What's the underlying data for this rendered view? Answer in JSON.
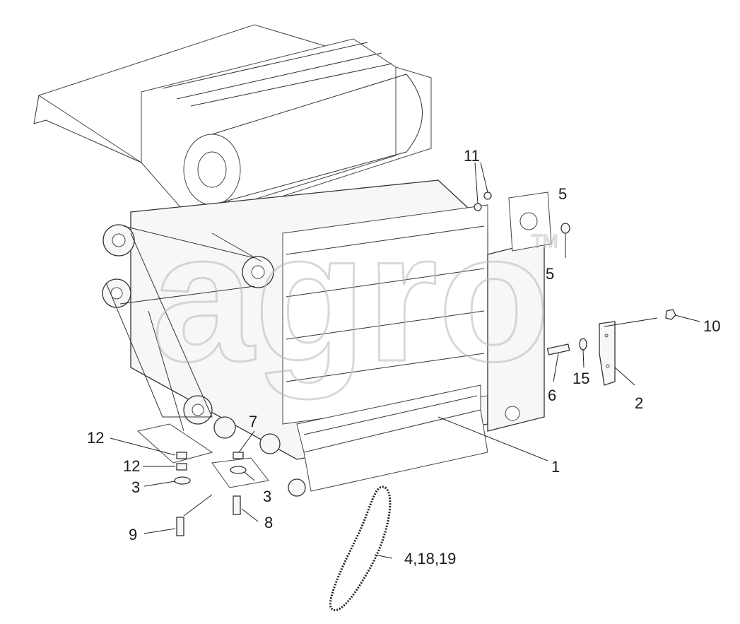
{
  "watermark": {
    "text": "agro",
    "tm": "TM"
  },
  "callouts": [
    {
      "id": "c1",
      "text": "1"
    },
    {
      "id": "c2",
      "text": "2"
    },
    {
      "id": "c3a",
      "text": "3"
    },
    {
      "id": "c3b",
      "text": "3"
    },
    {
      "id": "c4",
      "text": "4,18,19"
    },
    {
      "id": "c5a",
      "text": "5"
    },
    {
      "id": "c5b",
      "text": "5"
    },
    {
      "id": "c6",
      "text": "6"
    },
    {
      "id": "c7",
      "text": "7"
    },
    {
      "id": "c8",
      "text": "8"
    },
    {
      "id": "c9",
      "text": "9"
    },
    {
      "id": "c10",
      "text": "10"
    },
    {
      "id": "c11",
      "text": "11"
    },
    {
      "id": "c12a",
      "text": "12"
    },
    {
      "id": "c12b",
      "text": "12"
    },
    {
      "id": "c15",
      "text": "15"
    }
  ]
}
